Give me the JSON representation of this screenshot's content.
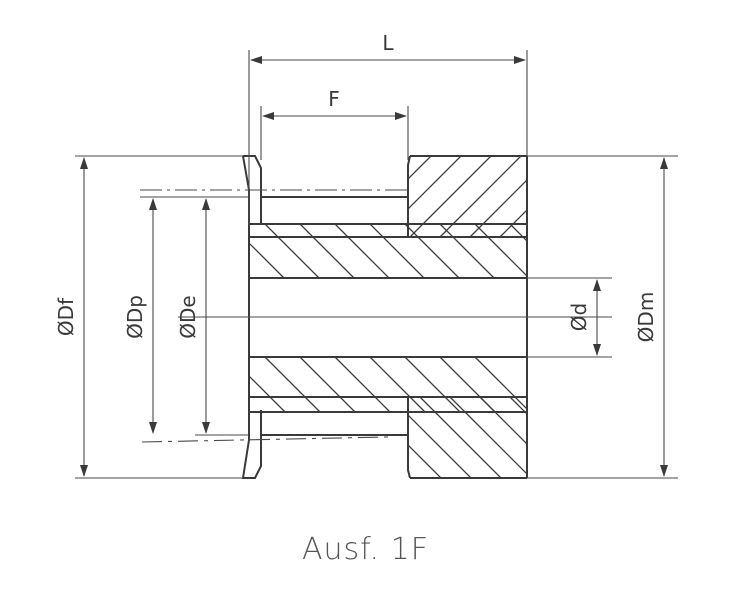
{
  "dimensions": {
    "L": "L",
    "F": "F",
    "Df": "ØDf",
    "Dp": "ØDp",
    "De": "ØDe",
    "d": "Ød",
    "Dm": "ØDm"
  },
  "caption": "Ausf. 1F"
}
